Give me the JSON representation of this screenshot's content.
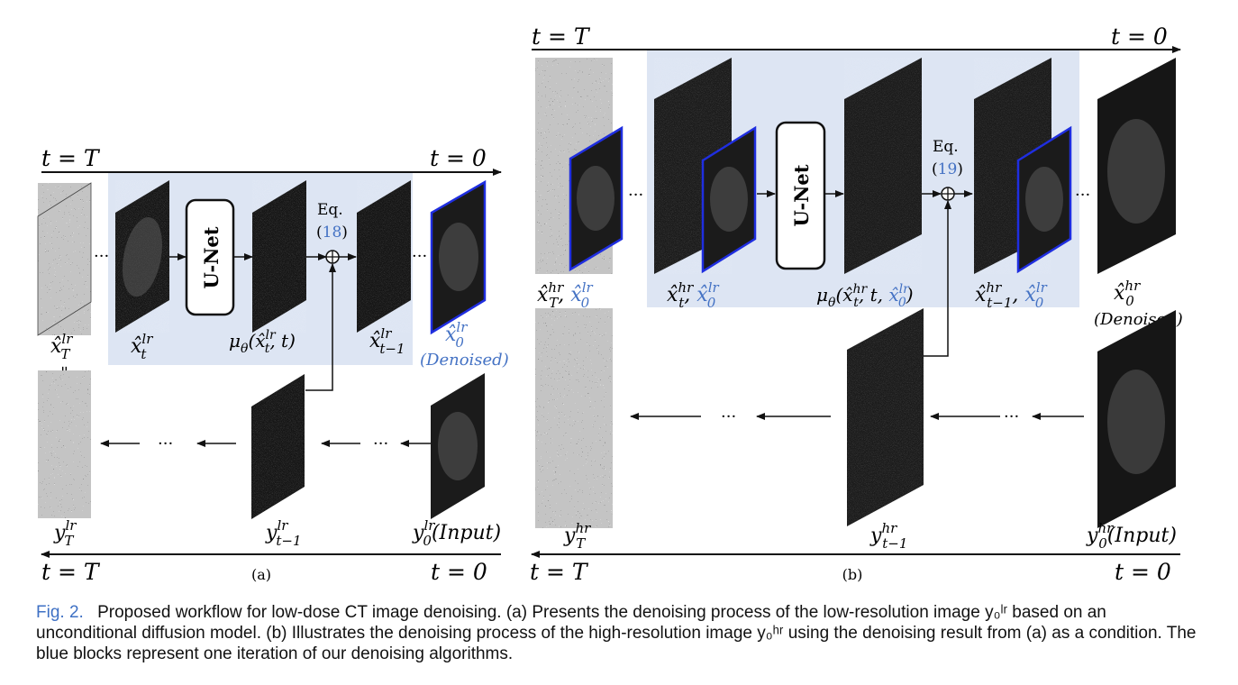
{
  "panel_a": {
    "top_left": "t = T",
    "top_right": "t = 0",
    "bottom_left": "t = T",
    "bottom_right": "t = 0",
    "unet": "U-Net",
    "eq_word": "Eq.",
    "eq_num": "18",
    "ellipsis": "···",
    "label_xT": "x̂",
    "denoised": "(Denoised)",
    "input": "(Input)",
    "sublabel": "(a)"
  },
  "panel_b": {
    "top_left": "t = T",
    "top_right": "t = 0",
    "bottom_left": "t = T",
    "bottom_right": "t = 0",
    "unet": "U-Net",
    "eq_word": "Eq.",
    "eq_num": "19",
    "ellipsis": "···",
    "denoised": "(Denoised)",
    "input": "(Input)",
    "sublabel": "(b)"
  },
  "caption": {
    "label": "Fig. 2.",
    "text": "Proposed workflow for low-dose CT image denoising. (a) Presents the denoising process of the low-resolution image y₀ˡʳ based on an unconditional diffusion model. (b) Illustrates the denoising process of the high-resolution image y₀ʰʳ using the denoising result from (a) as a condition. The blue blocks represent one iteration of our denoising algorithms."
  },
  "colors": {
    "block": "#dde5f3",
    "accent": "#4472c4",
    "frame_blue": "#1f2ee0"
  }
}
